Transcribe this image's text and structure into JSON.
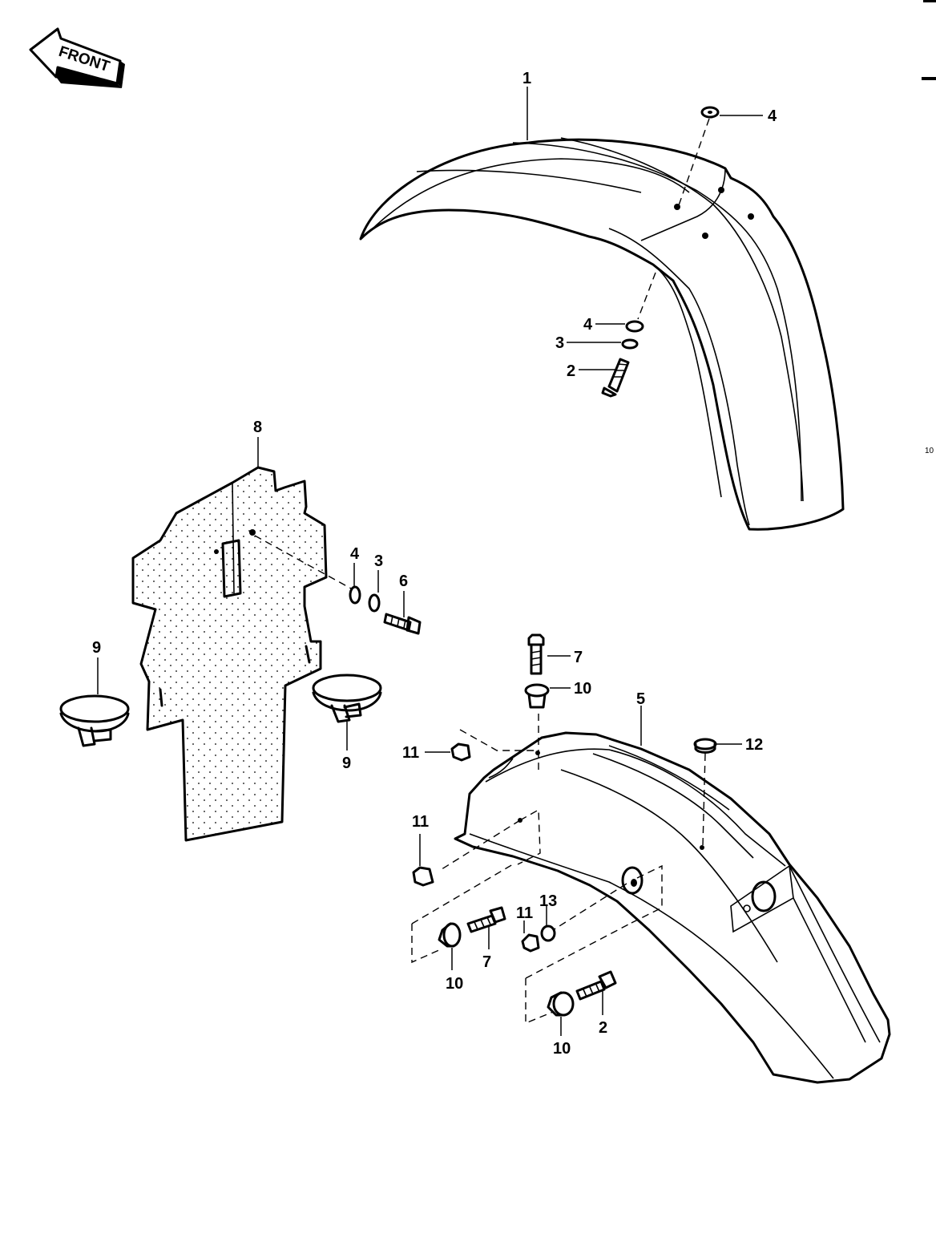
{
  "direction_label": "FRONT",
  "page_number": "10",
  "callouts": {
    "front_fender": "1",
    "front_washer_top": "4",
    "front_washer_under": "4",
    "front_lockwasher": "3",
    "front_bolt": "2",
    "flap": "8",
    "flap_washer": "4",
    "flap_lockwasher": "3",
    "flap_bolt": "6",
    "clamp_left": "9",
    "clamp_right": "9",
    "bolt_top": "7",
    "grommet_top": "10",
    "rear_fender": "5",
    "nut_top_left": "11",
    "nut_right": "12",
    "nut_left": "11",
    "nut_bottom": "11",
    "washer_bottom": "13",
    "grommet_left": "10",
    "bolt_left": "7",
    "bolt_bottom": "2",
    "grommet_bottom": "10"
  }
}
